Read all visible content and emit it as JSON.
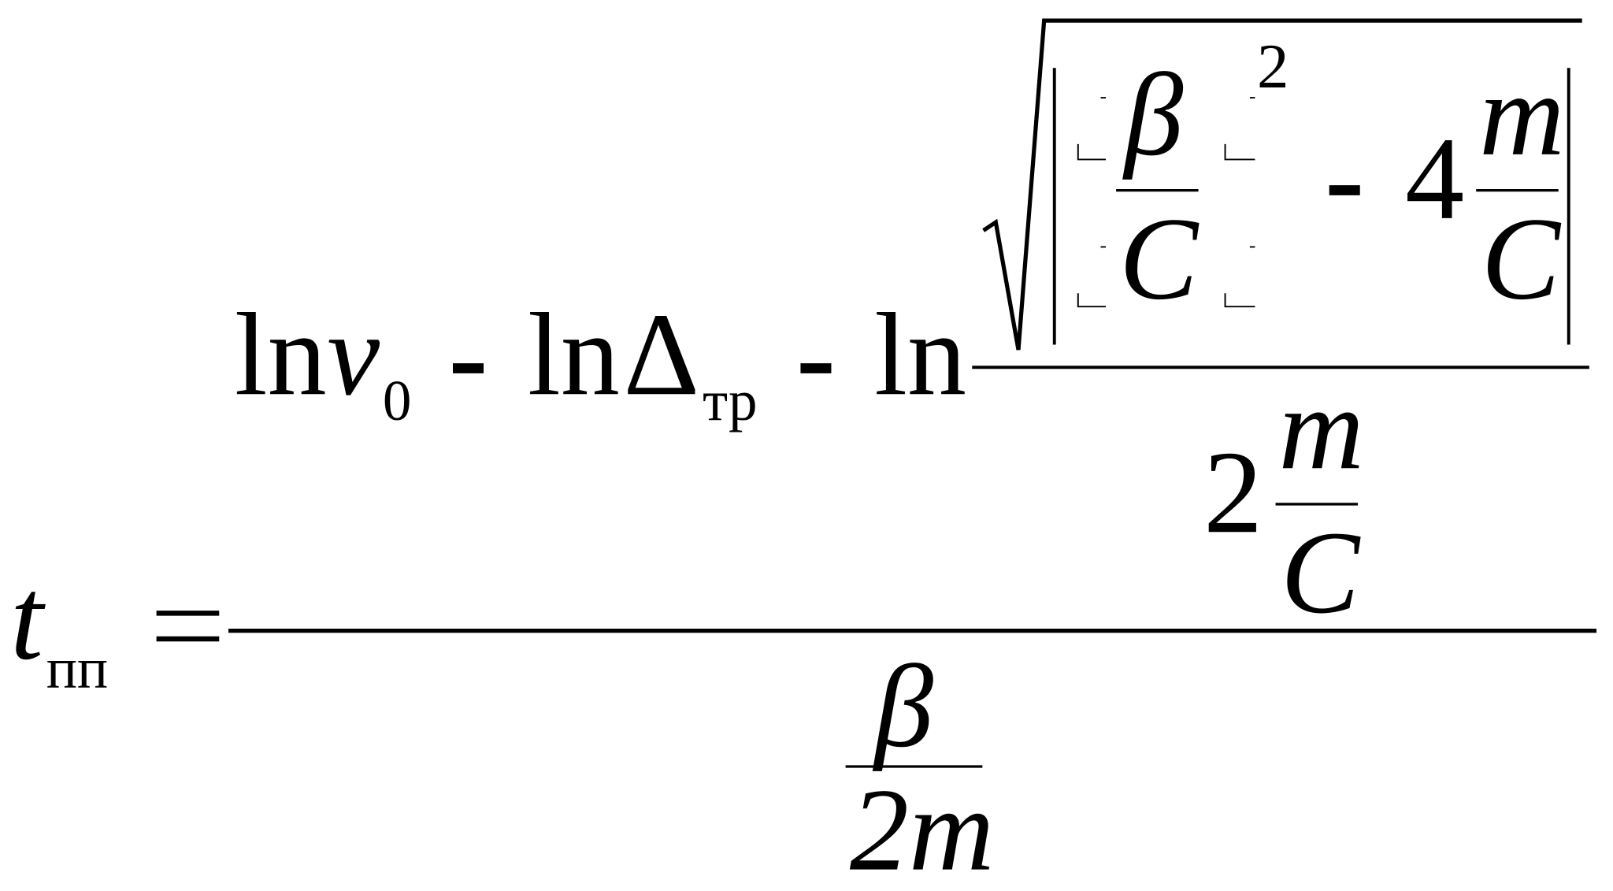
{
  "formula": {
    "lhs": {
      "var": "t",
      "subscript": "пп",
      "equals": "="
    },
    "numerator": {
      "ln1": "ln",
      "v": "v",
      "v_sub": "0",
      "minus1": "-",
      "ln2": "ln",
      "delta": "Δ",
      "delta_sub": "тр",
      "minus2": "-",
      "ln3": "ln",
      "sqrt_arg": {
        "beta": "β",
        "C1": "C",
        "power": "2",
        "minus": "-",
        "four": "4",
        "m": "m",
        "C2": "C"
      },
      "denominator": {
        "two": "2",
        "m": "m",
        "C": "C"
      }
    },
    "denominator": {
      "beta": "β",
      "two_m": "2m"
    }
  }
}
